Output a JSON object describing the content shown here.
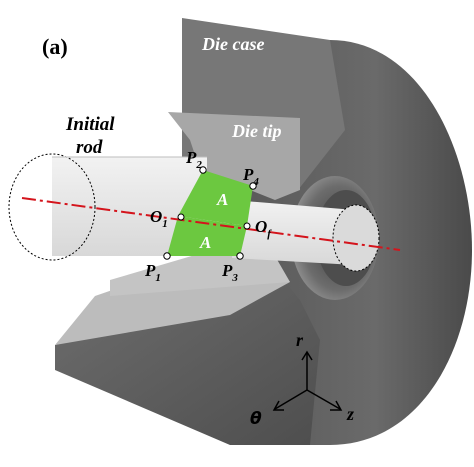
{
  "panel_label": "(a)",
  "labels": {
    "die_case": "Die case",
    "die_tip": "Die tip",
    "initial_rod_line1": "Initial",
    "initial_rod_line2": "rod"
  },
  "points": {
    "p1": "P",
    "p1_sub": "1",
    "p2": "P",
    "p2_sub": "2",
    "p3": "P",
    "p3_sub": "3",
    "p4": "P",
    "p4_sub": "4",
    "o1": "O",
    "o1_sub": "1",
    "of": "O",
    "of_sub": "f"
  },
  "regions": {
    "upper": "A",
    "lower": "A"
  },
  "axes": {
    "r": "r",
    "theta": "θ",
    "z": "z"
  },
  "colors": {
    "die_dark": "#5f5f5f",
    "die_mid": "#7b7b7b",
    "die_light": "#a9a9a9",
    "rod": "#e6e6e6",
    "highlight_green": "#6cc840",
    "axis_line": "#d4141c"
  }
}
